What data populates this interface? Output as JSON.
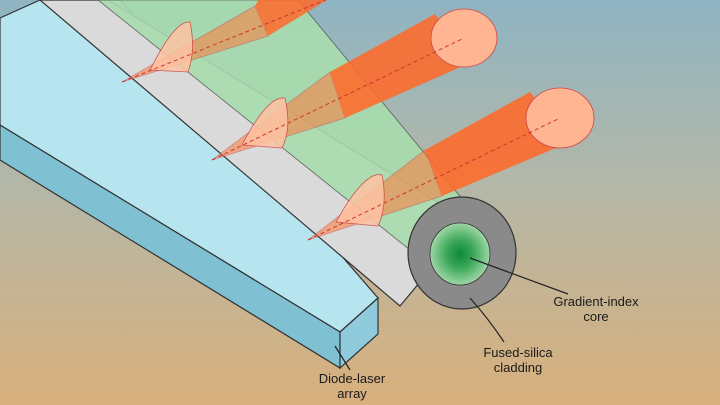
{
  "diagram": {
    "labels": {
      "gradient_index_core": [
        "Gradient-index",
        "core"
      ],
      "fused_silica_cladding": [
        "Fused-silica",
        "cladding"
      ],
      "diode_laser_array": [
        "Diode-laser",
        "array"
      ]
    },
    "colors": {
      "background_top": "#8fb4c2",
      "background_bottom": "#d9b07c",
      "laser_array_top": "#b6e4ef",
      "laser_array_side": "#7fc1d2",
      "cladding": "#dadada",
      "cladding_end": "#8a8a8a",
      "core": "#a9dcae",
      "core_center": "#0f8a3a",
      "beam": "#ff6a2a",
      "beam_cap": "#ffb592"
    }
  }
}
